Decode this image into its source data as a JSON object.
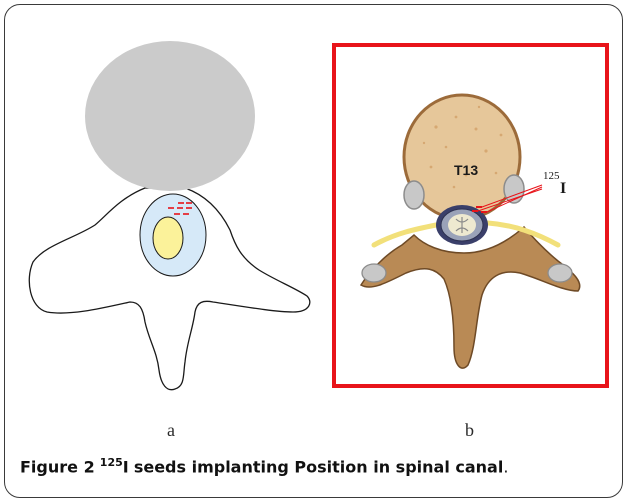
{
  "figure": {
    "panel_a_letter": "a",
    "panel_b_letter": "b",
    "caption": {
      "figure_label": "Figure 2",
      "isotope_mass": "125",
      "isotope_symbol": "I",
      "text": "seeds implanting Position in spinal canal",
      "period": "."
    }
  },
  "panel_b": {
    "vertebra_label": "T13",
    "isotope_mass": "125",
    "isotope_symbol": "I"
  },
  "colors": {
    "frame_border": "#3a3a3a",
    "panel_b_border": "#e8141a",
    "vertebral_body_schematic": "#cbcbcb",
    "spinal_canal": "#d6e9f8",
    "spinal_cord": "#fbf29a",
    "seed_marks": "#e8141a",
    "bone_body": "#e6c79a",
    "bone_arch": "#b98a55",
    "nerve_root": "#f2e07a"
  }
}
